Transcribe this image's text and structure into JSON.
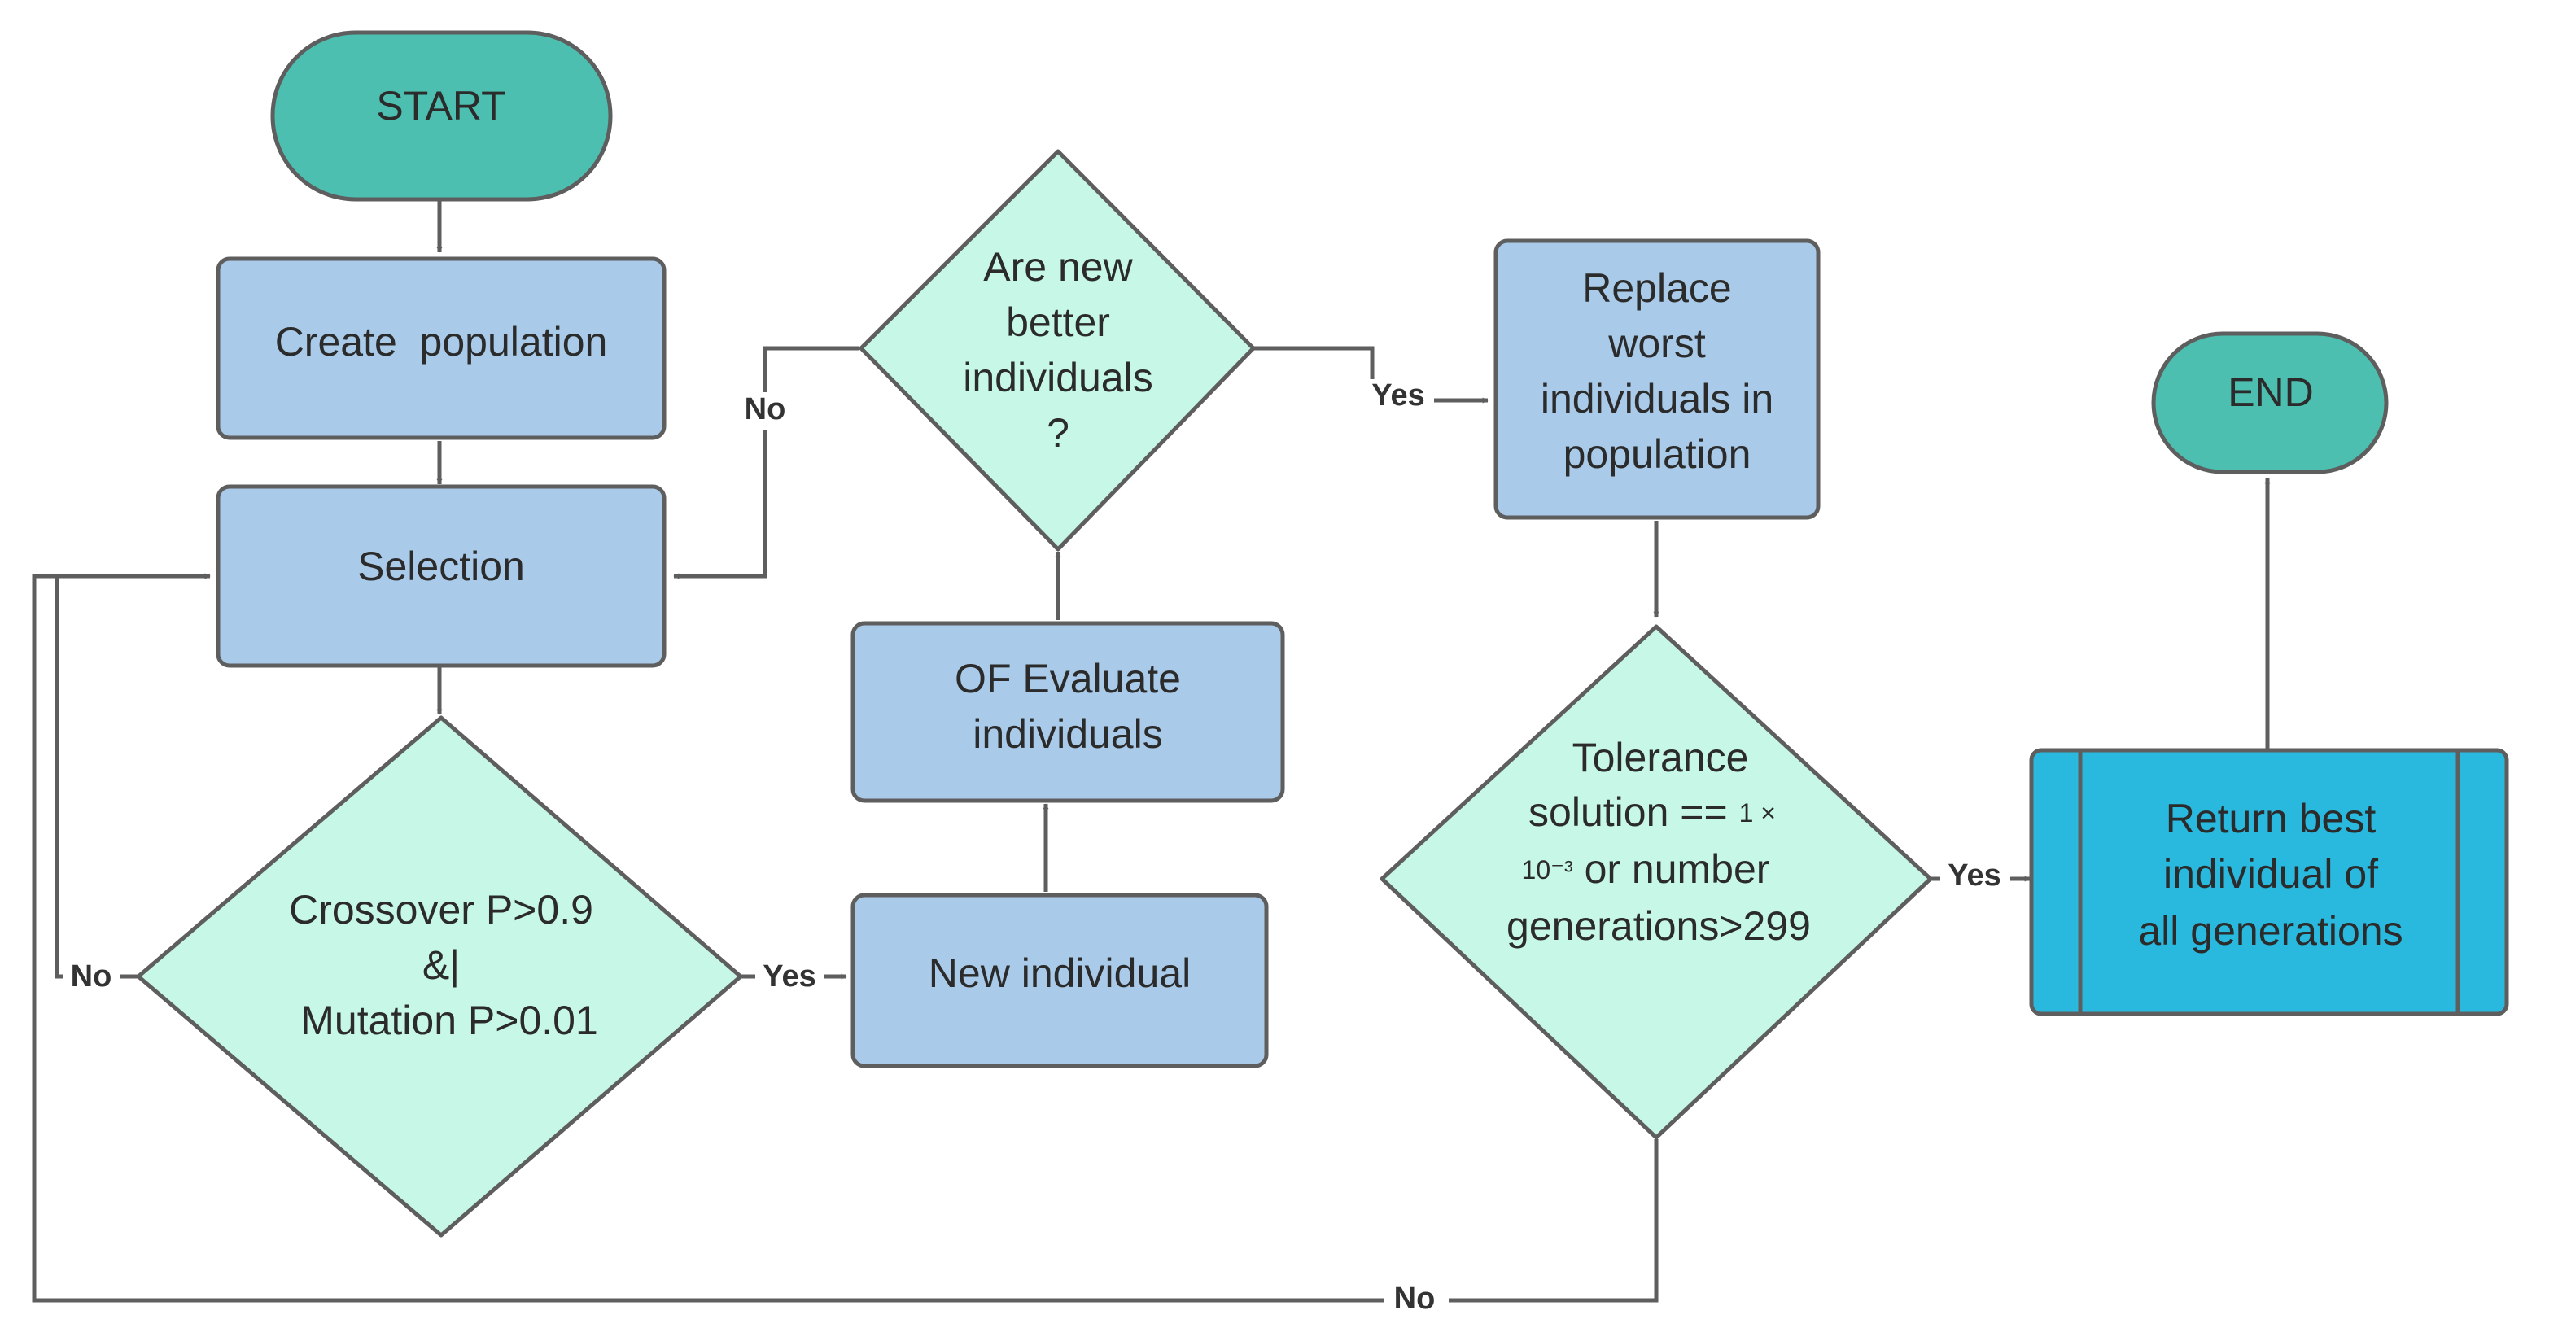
{
  "colors": {
    "terminator": "#4dbfb1",
    "process": "#a9cbe9",
    "decision": "#c7f7e6",
    "predefined": "#29b8de",
    "border": "#5e5e5e",
    "connector": "#5e5e5e"
  },
  "nodes": {
    "start": {
      "label": "START"
    },
    "create_population": {
      "label": "Create  population"
    },
    "selection": {
      "label": "Selection"
    },
    "crossover_mutation": {
      "lines": [
        "Crossover P>0.9",
        "&|",
        "Mutation P>0.01"
      ]
    },
    "new_individual": {
      "label": "New individual"
    },
    "of_evaluate": {
      "lines": [
        "OF Evaluate",
        "individuals"
      ]
    },
    "better_individuals": {
      "lines": [
        "Are new",
        "better",
        "individuals",
        "?"
      ]
    },
    "replace_worst": {
      "lines": [
        "Replace",
        "worst",
        "individuals in",
        "population"
      ]
    },
    "tolerance": {
      "line1": "Tolerance",
      "line2": "solution == ",
      "line2_small": "1 ×",
      "line3_small": "10⁻³",
      "line3": " or number",
      "line4": "generations>299"
    },
    "return_best": {
      "lines": [
        "Return best",
        "individual of",
        "all generations"
      ]
    },
    "end": {
      "label": "END"
    }
  },
  "edge_labels": {
    "crossover_no": "No",
    "crossover_yes": "Yes",
    "better_no": "No",
    "better_yes": "Yes",
    "tolerance_yes": "Yes",
    "tolerance_no": "No"
  }
}
